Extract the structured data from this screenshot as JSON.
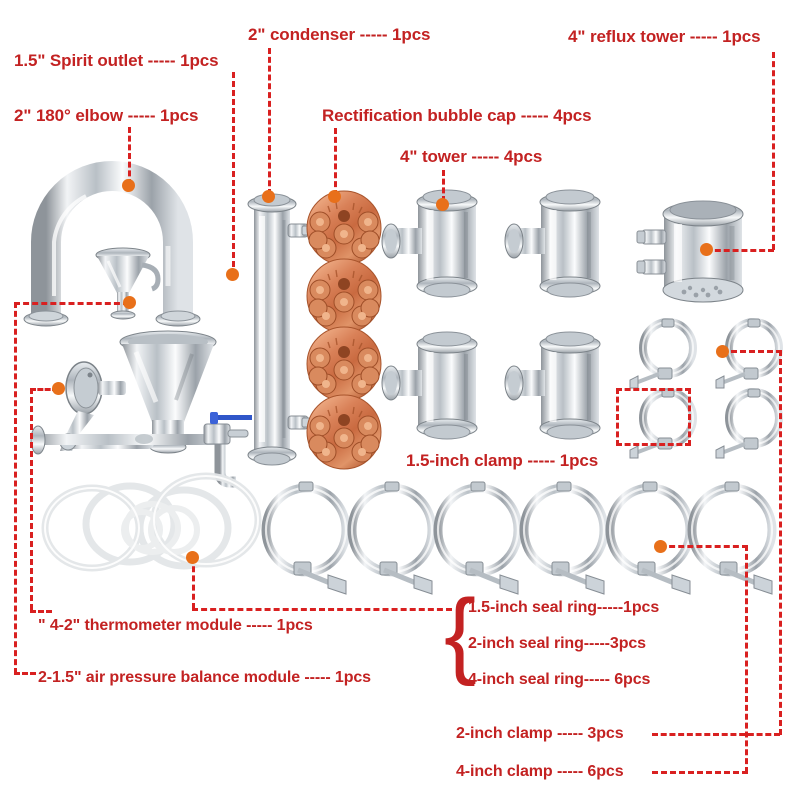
{
  "diagram": {
    "title": "Distillation column parts list",
    "accent_red": "#c32222",
    "leader_red": "#d92020",
    "dot_orange": "#e8701a",
    "background": "#ffffff"
  },
  "labels": [
    {
      "id": "spirit-outlet",
      "text": "1.5\" Spirit outlet ----- 1pcs"
    },
    {
      "id": "elbow",
      "text": "2\" 180° elbow ----- 1pcs"
    },
    {
      "id": "condenser",
      "text": "2\" condenser ----- 1pcs"
    },
    {
      "id": "bubble-cap",
      "text": "Rectification bubble cap ----- 4pcs"
    },
    {
      "id": "tower",
      "text": "4\" tower ----- 4pcs"
    },
    {
      "id": "reflux-tower",
      "text": "4\" reflux tower ----- 1pcs"
    },
    {
      "id": "clamp-15",
      "text": "1.5-inch clamp ----- 1pcs"
    },
    {
      "id": "thermometer",
      "text": "\" 4-2\" thermometer module ----- 1pcs"
    },
    {
      "id": "air-balance",
      "text": "2-1.5\" air pressure balance module ----- 1pcs"
    },
    {
      "id": "seal-15",
      "text": "1.5-inch seal ring-----1pcs"
    },
    {
      "id": "seal-2",
      "text": "2-inch seal ring-----3pcs"
    },
    {
      "id": "seal-4",
      "text": "4-inch seal ring----- 6pcs"
    },
    {
      "id": "clamp-2",
      "text": "2-inch clamp ----- 3pcs"
    },
    {
      "id": "clamp-4",
      "text": "4-inch clamp ----- 6pcs"
    }
  ],
  "parts": [
    {
      "id": "elbow",
      "name": "2-inch 180 degree elbow",
      "qty": 1,
      "material": "stainless-steel"
    },
    {
      "id": "spirit-outlet",
      "name": "1.5-inch spirit outlet funnel",
      "qty": 1,
      "material": "stainless-steel"
    },
    {
      "id": "thermo-module",
      "name": "4-2 inch thermometer module",
      "qty": 1,
      "material": "stainless-steel"
    },
    {
      "id": "air-module",
      "name": "2-1.5 inch air pressure balance module",
      "qty": 1,
      "material": "stainless-steel"
    },
    {
      "id": "condenser",
      "name": "2-inch condenser column",
      "qty": 1,
      "material": "stainless-steel"
    },
    {
      "id": "bubble-cap",
      "name": "rectification bubble cap plate",
      "qty": 4,
      "material": "copper"
    },
    {
      "id": "tower",
      "name": "4-inch tower tee section",
      "qty": 4,
      "material": "stainless-steel"
    },
    {
      "id": "reflux-tower",
      "name": "4-inch reflux tower",
      "qty": 1,
      "material": "stainless-steel"
    },
    {
      "id": "small-clamp",
      "name": "small tri-clamp",
      "qty": 4,
      "material": "stainless-steel"
    },
    {
      "id": "large-clamp",
      "name": "large tri-clamp",
      "qty": 6,
      "material": "stainless-steel"
    },
    {
      "id": "seal-ring",
      "name": "silicone seal ring",
      "qty": 10,
      "material": "silicone"
    }
  ],
  "counts": {
    "bubble_caps_per_plate": 7,
    "bubble_cap_plates": 4,
    "tower_sections": 4,
    "small_clamps": 4,
    "large_clamps": 6
  }
}
